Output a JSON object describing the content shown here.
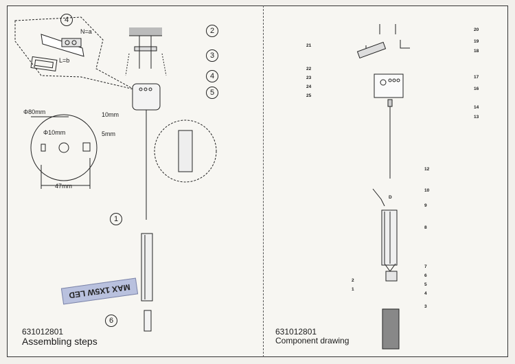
{
  "left_panel": {
    "code": "631012801",
    "caption": "Assembling steps",
    "callout_labels": {
      "n_eq_a": "N=a",
      "l_eq_b": "L=b"
    },
    "dimensions": {
      "outer_diameter": "Φ80mm",
      "hole_diameter": "Φ10mm",
      "offset_10": "10mm",
      "offset_5": "5mm",
      "span_47": "47mm"
    },
    "step_numbers": [
      "1",
      "2",
      "3",
      "4",
      "5",
      "6"
    ],
    "stamp": "MAX 1X5W LED"
  },
  "right_panel": {
    "code": "631012801",
    "caption": "Component drawing",
    "part_numbers": [
      "1",
      "2",
      "3",
      "4",
      "5",
      "6",
      "7",
      "8",
      "9",
      "10",
      "12",
      "13",
      "14",
      "16",
      "17",
      "18",
      "19",
      "20",
      "21",
      "22",
      "23",
      "24",
      "25"
    ],
    "inline_letter": "D"
  }
}
